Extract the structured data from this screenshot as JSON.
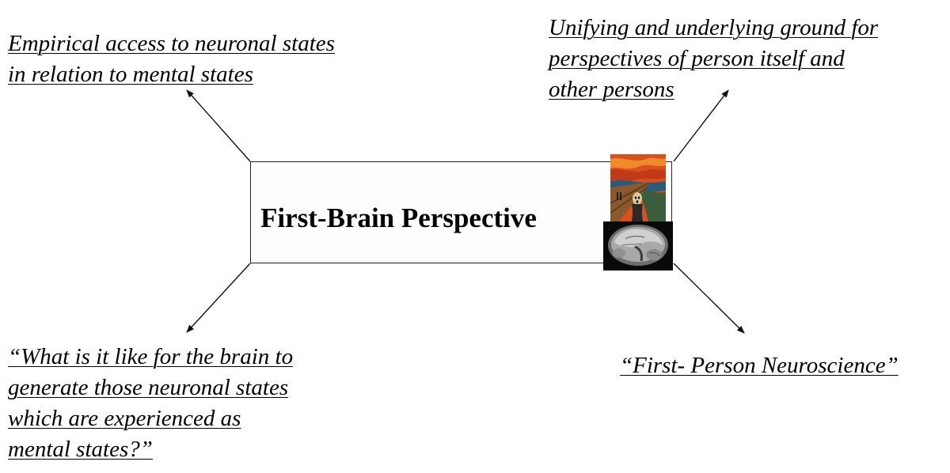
{
  "diagram": {
    "center": {
      "title": "First-Brain Perspective"
    },
    "labels": {
      "top_left": {
        "lines": [
          "Empirical access to neuronal states",
          "in relation to mental states"
        ]
      },
      "top_right": {
        "lines": [
          "Unifying and underlying ground for",
          "perspectives of person itself and",
          "other persons"
        ]
      },
      "bottom_left": {
        "lines": [
          "“What is it like for the brain to",
          "generate those neuronal states",
          "which are experienced as",
          "mental states?”"
        ]
      },
      "bottom_right": {
        "lines": [
          "“First- Person Neuroscience”"
        ]
      }
    },
    "images": {
      "scream": {
        "description": "painting-icon"
      },
      "brain": {
        "description": "brain-mri-icon"
      }
    },
    "colors": {
      "text": "#000000",
      "lines": "#111111",
      "box_border": "#222222",
      "background": "#ffffff"
    }
  }
}
